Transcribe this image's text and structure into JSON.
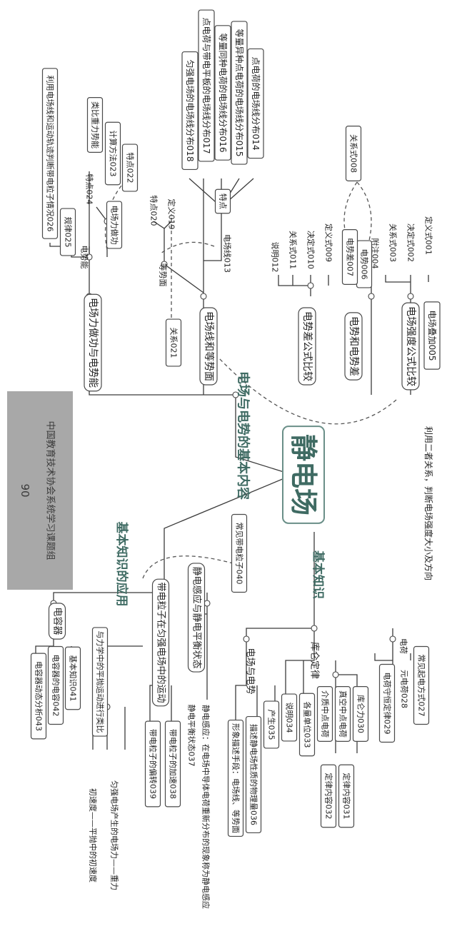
{
  "center": "静电场",
  "branches": {
    "content": "电场与电势的基本内容",
    "knowledge": "基本知识",
    "application": "基本知识的应用"
  },
  "side_note": "中国教育技术协会系统学习课题组",
  "page_number": "90",
  "annotation": "利用二者关系，判断电场强度大小及方向",
  "content_nodes": {
    "field_strength": "电场强度公式比较",
    "superposition": "电场叠加005",
    "def001": "定义式001",
    "dec002": "决定式002",
    "rel003": "关系式003",
    "note004": "附注004",
    "potential_and_diff": "电势和电势差",
    "potential006": "电势006",
    "diff007": "电势差007",
    "rel008": "关系式008",
    "pot_formula": "电势差公式比较",
    "def009": "定义式009",
    "dec010": "决定式010",
    "rel011": "关系式011",
    "note012": "说明012",
    "lines_equip": "电场线和等势面",
    "lines013": "电场线013",
    "features": "特点",
    "dist014": "点电荷的电场线分布014",
    "dist015": "等量异种点电荷的电场线分布015",
    "dist016": "等量同种电荷的电场线分布016",
    "dist017": "点电荷与带电平板的电场线分布017",
    "dist018": "匀强电场的电场线分布018",
    "equip_surface": "等势面",
    "def019": "定义019",
    "feat020": "特点020",
    "rel021": "关系021",
    "work_energy": "电场力做功与电势能",
    "work": "电场力做功",
    "energy": "电势能",
    "feat022": "特点022",
    "calc023": "计算方法023",
    "feat024": "特点024",
    "analogy": "类比重力势能",
    "rule025": "规律025",
    "use026": "利用电场线和运动轨迹判断带电粒子情况026"
  },
  "knowledge_nodes": {
    "charge": "电荷",
    "method027": "常见起电方式027",
    "elem028": "元电荷028",
    "cons029": "电荷守恒定律029",
    "coulomb": "库仑定律",
    "law030": "库仑力030",
    "vacuum": "真空中点电荷",
    "medium": "介质中点电荷",
    "content031": "定律内容031",
    "content032": "定律内容032",
    "unit033": "各量单位033",
    "note034": "说明034",
    "field_potential": "电场与电势",
    "produce035": "产生035",
    "phys036": "描述静电场性质的物理量036",
    "methods": "形象描述手段：电场线、等势面"
  },
  "application_nodes": {
    "particles040": "常见带电粒子040",
    "induction": "静电感应与静电平衡状态",
    "equil037": "静电平衡状态037",
    "induction_def": "静电感应：在电场中导体电荷重新分布的现象称为静电感应",
    "motion": "带电粒子在匀强电场中的运动",
    "accel038": "带电粒子的加速038",
    "deflect039": "带电粒子的偏转039",
    "projectile": "与力学中的平抛运动进行类比",
    "force_gravity": "匀强电场产生的电场力——重力",
    "init_speed": "初速度——平抛中的初速度",
    "capacitor": "电容器",
    "basic041": "基本知识041",
    "cap042": "电容器的电容042",
    "dyn043": "电容器动态分析043"
  },
  "colors": {
    "line": "#3b3b3b",
    "box_border": "#4a4a4a",
    "branch_text": "#3f6b63",
    "center_border": "#6a8f88",
    "side_panel": "#a8a8a8",
    "side_text": "#3a3a3a"
  }
}
